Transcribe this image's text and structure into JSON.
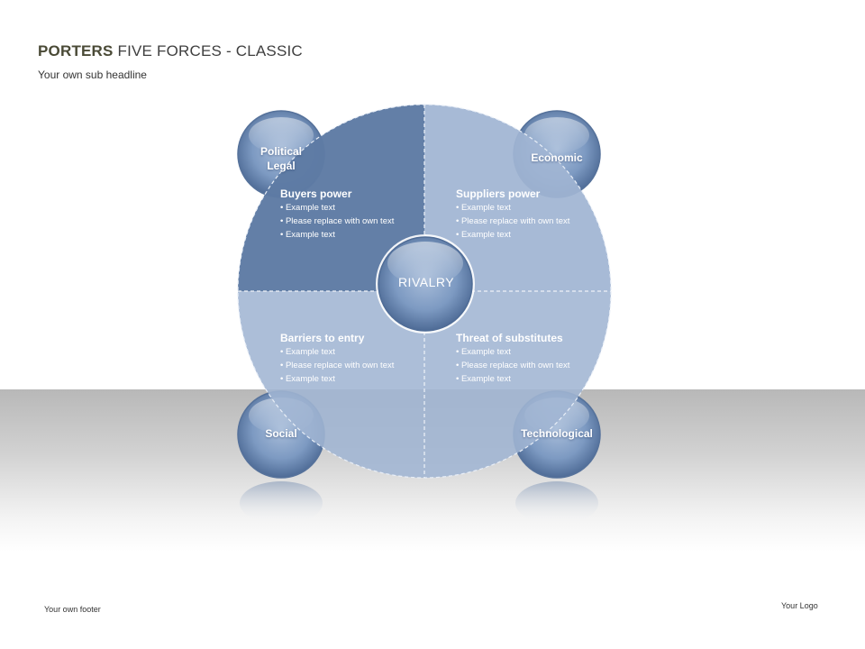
{
  "header": {
    "title_bold": "PORTERS",
    "title_rest": " FIVE FORCES - CLASSIC",
    "subtitle": "Your own sub headline"
  },
  "footer": {
    "text": "Your own footer",
    "logo": "Your Logo"
  },
  "diagram": {
    "center": "RIVALRY",
    "orbs": {
      "top_left": "Political\nLegal",
      "top_right": "Economic",
      "bottom_left": "Social",
      "bottom_right": "Technological"
    },
    "quadrants": [
      {
        "title": "Buyers power",
        "bullets": [
          "Example text",
          "Please replace with own text",
          "Example text"
        ]
      },
      {
        "title": "Suppliers power",
        "bullets": [
          "Example text",
          "Please replace with own text",
          "Example text"
        ]
      },
      {
        "title": "Barriers to entry",
        "bullets": [
          "Example text",
          "Please replace with own text",
          "Example text"
        ]
      },
      {
        "title": "Threat of substitutes",
        "bullets": [
          "Example text",
          "Please replace with own text",
          "Example text"
        ]
      }
    ]
  },
  "colors": {
    "quadrant_dark": "#5d7aa3",
    "quadrant_light": "#9fb5d4",
    "orb": "#6d8bb5"
  }
}
